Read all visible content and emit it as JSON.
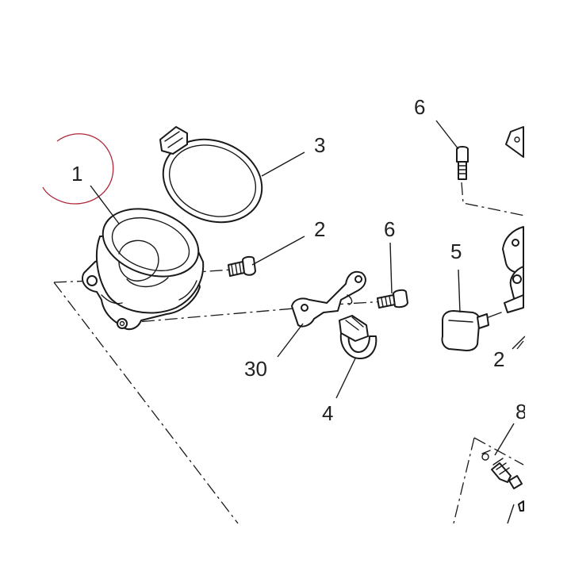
{
  "diagram": {
    "highlight_color": "#b0283a",
    "line_color": "#1a1a1a",
    "callouts": {
      "c1": "1",
      "c2a": "2",
      "c2b": "2",
      "c3": "3",
      "c4": "4",
      "c5": "5",
      "c6a": "6",
      "c6b": "6",
      "c8": "8",
      "c30": "30"
    }
  }
}
